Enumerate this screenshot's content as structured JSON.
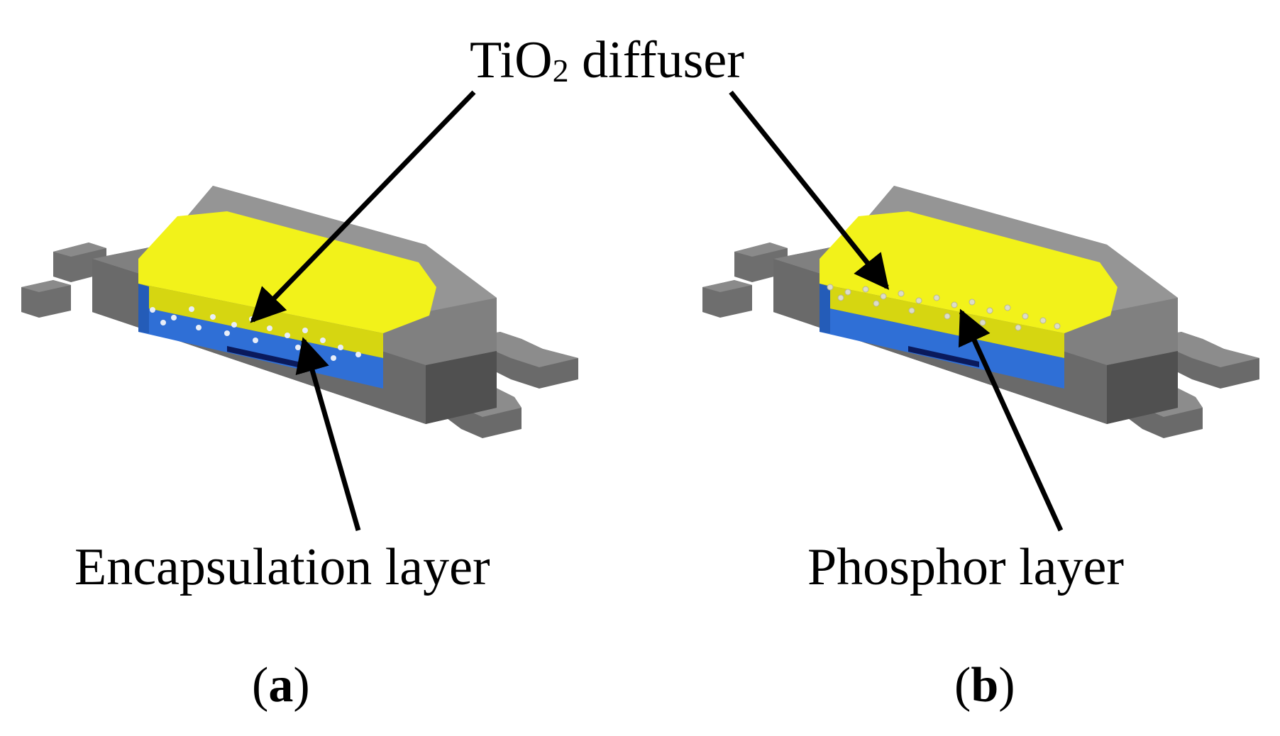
{
  "labels": {
    "tio2_prefix": "TiO",
    "tio2_sub": "2",
    "tio2_suffix": " diffuser",
    "encapsulation": "Encapsulation layer",
    "phosphor": "Phosphor layer",
    "panel_a_open": "(",
    "panel_a_letter": "a",
    "panel_a_close": ")",
    "panel_b_open": "(",
    "panel_b_letter": "b",
    "panel_b_close": ")"
  },
  "colors": {
    "housing_dark": "#5f5f5f",
    "housing_mid": "#7a7a7a",
    "housing_light": "#9a9a9a",
    "phosphor_yellow": "#f2f21a",
    "phosphor_yellow_dark": "#c9c90f",
    "encapsulation_blue": "#2f6fd6",
    "encapsulation_blue_dark": "#1e4fa8",
    "chip_navy": "#0a1a5c",
    "diffuser_particle": "#e8eef8",
    "arrow": "#000000"
  }
}
